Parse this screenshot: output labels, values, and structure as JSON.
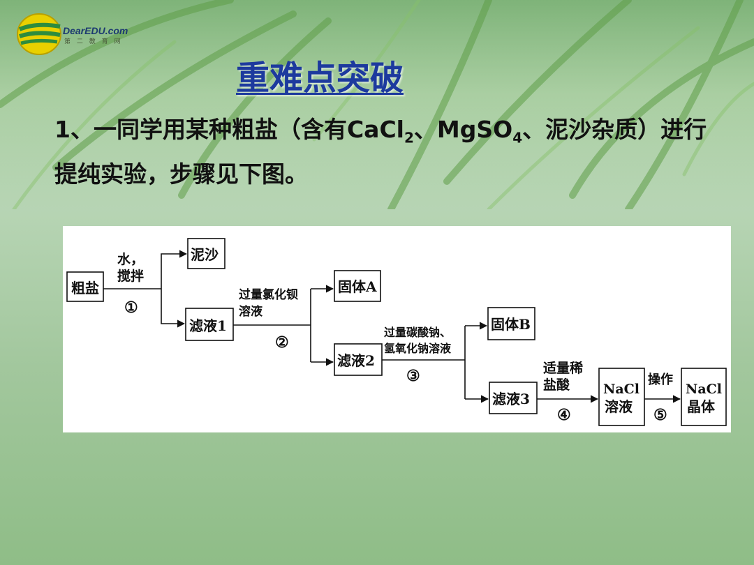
{
  "logo": {
    "brand": "DearEDU.com",
    "sub": "第 二 教 育 网",
    "icon": "swoosh-logo-icon"
  },
  "slide_title": "重难点突破",
  "problem": {
    "part1": "1、一同学用某种粗盐（含有CaCl",
    "sub1": "2",
    "part2": "、MgSO",
    "sub2": "4",
    "part3": "、泥沙杂质）进行提纯实验，步骤见下图。"
  },
  "flowchart": {
    "nodes": {
      "crude_salt": "粗盐",
      "sand": "泥沙",
      "filtrate1": "滤液1",
      "solid_a": "固体A",
      "filtrate2": "滤液2",
      "solid_b": "固体B",
      "filtrate3": "滤液3",
      "nacl_solution_1": "NaCl",
      "nacl_solution_2": "溶液",
      "nacl_crystal_1": "NaCl",
      "nacl_crystal_2": "晶体"
    },
    "steps": {
      "s1_line1": "水，",
      "s1_line2": "搅拌",
      "s1_num": "①",
      "s2_line1": "过量氯化钡",
      "s2_line2": "溶液",
      "s2_num": "②",
      "s3_line1": "过量碳酸钠、",
      "s3_line2": "氢氧化钠溶液",
      "s3_num": "③",
      "s4_line1": "适量稀",
      "s4_line2": "盐酸",
      "s4_num": "④",
      "s5_label": "操作",
      "s5_num": "⑤"
    }
  }
}
